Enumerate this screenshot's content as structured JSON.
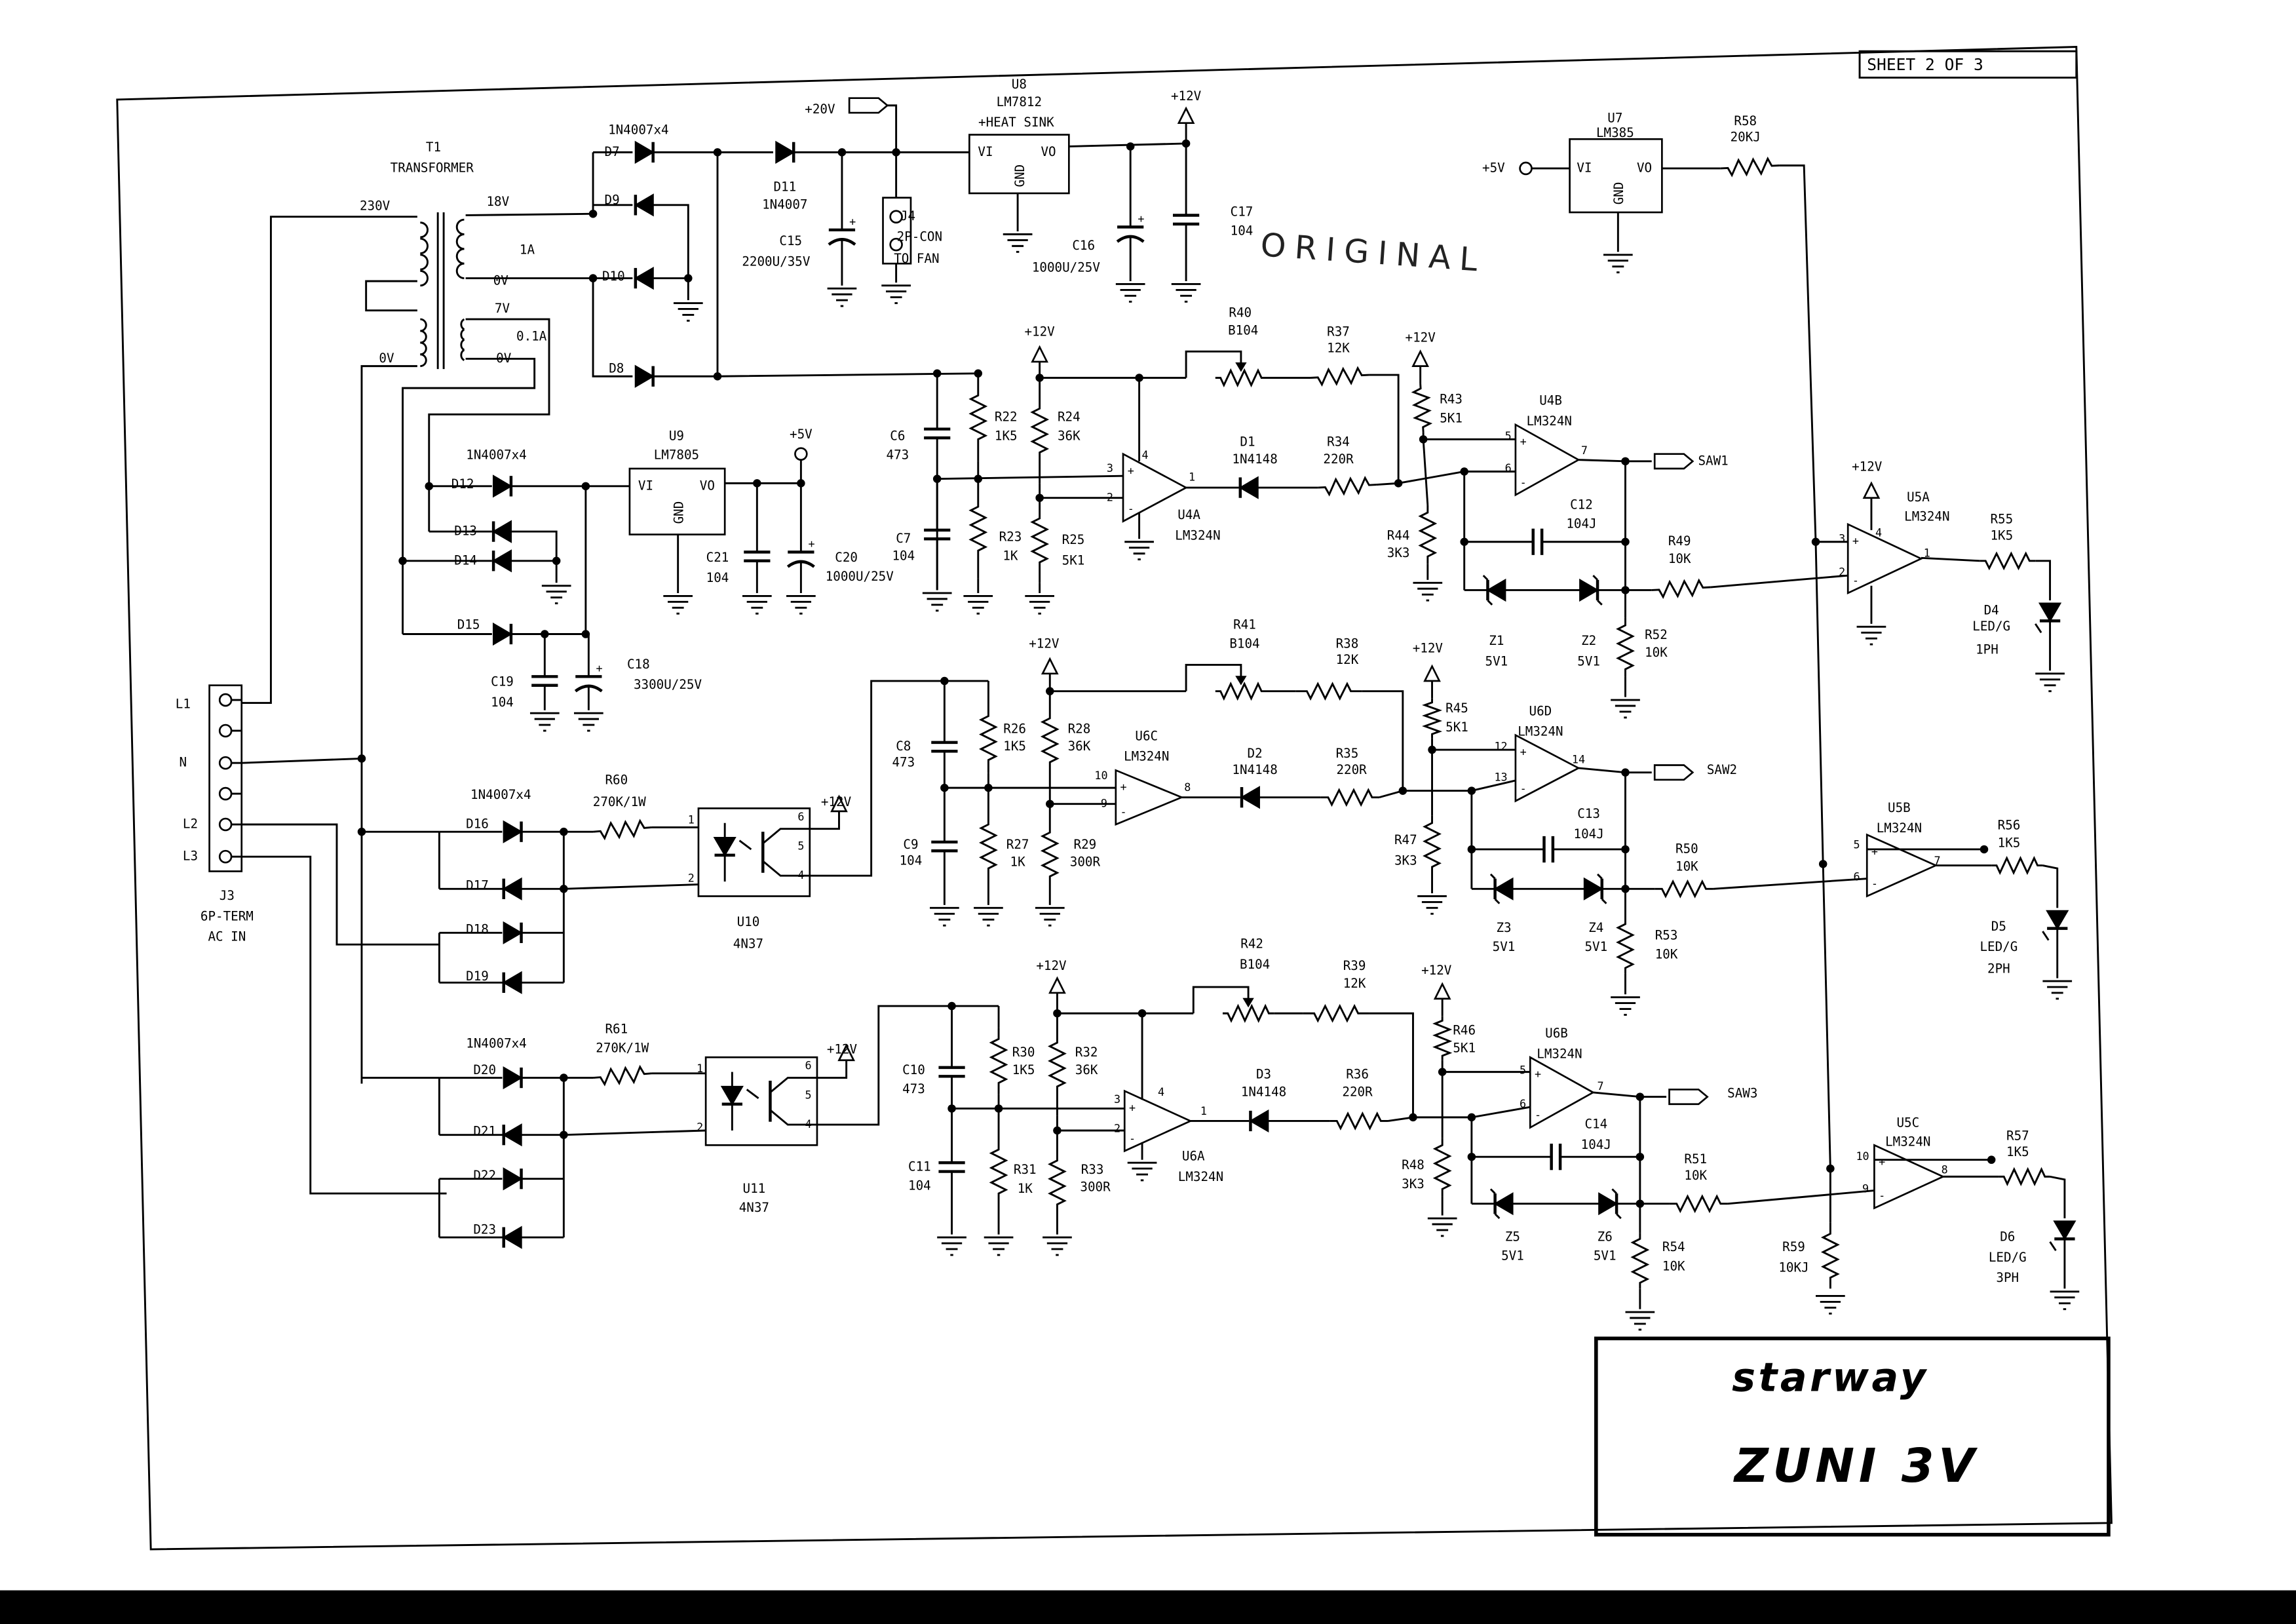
{
  "sheet_label": "SHEET  2  OF  3",
  "stamp": "ORIGINAL",
  "title_block": {
    "brand": "starway",
    "model": "ZUNI 3V"
  },
  "nets": {
    "p20v": "+20V",
    "p12v": "+12V",
    "p5v": "+5V",
    "saw1": "SAW1",
    "saw2": "SAW2",
    "saw3": "SAW3"
  },
  "reg_pins": {
    "vi": "VI",
    "vo": "VO",
    "gnd": "GND"
  },
  "transformer_taps": {
    "primary": "230V",
    "sec1": "18V",
    "sec1_current": "1A",
    "sec1_zero": "0V",
    "sec2": "7V",
    "sec2_current": "0.1A",
    "sec2_zero": "0V",
    "primary_zero": "0V"
  },
  "j3_pins": [
    "L1",
    "N",
    "L2",
    "L3"
  ],
  "parts": {
    "T1": {
      "ref": "T1",
      "value": "TRANSFORMER"
    },
    "BR1": {
      "value": "1N4007x4"
    },
    "BR2": {
      "value": "1N4007x4"
    },
    "BR3": {
      "value": "1N4007x4"
    },
    "BR4": {
      "value": "1N4007x4"
    },
    "D7": {
      "ref": "D7"
    },
    "D8": {
      "ref": "D8"
    },
    "D9": {
      "ref": "D9"
    },
    "D10": {
      "ref": "D10"
    },
    "D11": {
      "ref": "D11",
      "value": "1N4007"
    },
    "C15": {
      "ref": "C15",
      "value": "2200U/35V"
    },
    "J4": {
      "ref": "J4",
      "value": "2P-CON",
      "value2": "TO FAN"
    },
    "U8": {
      "ref": "U8",
      "value": "LM7812",
      "value2": "+HEAT SINK"
    },
    "C16": {
      "ref": "C16",
      "value": "1000U/25V"
    },
    "C17": {
      "ref": "C17",
      "value": "104"
    },
    "U7": {
      "ref": "U7",
      "value": "LM385"
    },
    "R58": {
      "ref": "R58",
      "value": "20KJ"
    },
    "D12": {
      "ref": "D12"
    },
    "D13": {
      "ref": "D13"
    },
    "D14": {
      "ref": "D14"
    },
    "D15": {
      "ref": "D15"
    },
    "U9": {
      "ref": "U9",
      "value": "LM7805"
    },
    "C21": {
      "ref": "C21",
      "value": "104"
    },
    "C20": {
      "ref": "C20",
      "value": "1000U/25V"
    },
    "C19": {
      "ref": "C19",
      "value": "104"
    },
    "C18": {
      "ref": "C18",
      "value": "3300U/25V"
    },
    "J3": {
      "ref": "J3",
      "value": "6P-TERM",
      "value2": "AC IN"
    },
    "C6": {
      "ref": "C6",
      "value": "473"
    },
    "C7": {
      "ref": "C7",
      "value": "104"
    },
    "R22": {
      "ref": "R22",
      "value": "1K5"
    },
    "R23": {
      "ref": "R23",
      "value": "1K"
    },
    "R24": {
      "ref": "R24",
      "value": "36K"
    },
    "R25": {
      "ref": "R25",
      "value": "5K1"
    },
    "R40": {
      "ref": "R40",
      "value": "B104"
    },
    "R37": {
      "ref": "R37",
      "value": "12K"
    },
    "U4A": {
      "ref": "U4A",
      "value": "LM324N"
    },
    "D1": {
      "ref": "D1",
      "value": "1N4148"
    },
    "R34": {
      "ref": "R34",
      "value": "220R"
    },
    "R43": {
      "ref": "R43",
      "value": "5K1"
    },
    "R44": {
      "ref": "R44",
      "value": "3K3"
    },
    "U4B": {
      "ref": "U4B",
      "value": "LM324N"
    },
    "C12": {
      "ref": "C12",
      "value": "104J"
    },
    "R49": {
      "ref": "R49",
      "value": "10K"
    },
    "R52": {
      "ref": "R52",
      "value": "10K"
    },
    "Z1": {
      "ref": "Z1",
      "value": "5V1"
    },
    "Z2": {
      "ref": "Z2",
      "value": "5V1"
    },
    "U5A": {
      "ref": "U5A",
      "value": "LM324N"
    },
    "R55": {
      "ref": "R55",
      "value": "1K5"
    },
    "D4": {
      "ref": "D4",
      "value": "LED/G",
      "value2": "1PH"
    },
    "D16": {
      "ref": "D16"
    },
    "D17": {
      "ref": "D17"
    },
    "D18": {
      "ref": "D18"
    },
    "D19": {
      "ref": "D19"
    },
    "R60": {
      "ref": "R60",
      "value": "270K/1W"
    },
    "U10": {
      "ref": "U10",
      "value": "4N37"
    },
    "C8": {
      "ref": "C8",
      "value": "473"
    },
    "C9": {
      "ref": "C9",
      "value": "104"
    },
    "R26": {
      "ref": "R26",
      "value": "1K5"
    },
    "R27": {
      "ref": "R27",
      "value": "1K"
    },
    "R28": {
      "ref": "R28",
      "value": "36K"
    },
    "R29": {
      "ref": "R29",
      "value": "300R"
    },
    "R41": {
      "ref": "R41",
      "value": "B104"
    },
    "R38": {
      "ref": "R38",
      "value": "12K"
    },
    "U6C": {
      "ref": "U6C",
      "value": "LM324N"
    },
    "D2": {
      "ref": "D2",
      "value": "1N4148"
    },
    "R35": {
      "ref": "R35",
      "value": "220R"
    },
    "R45": {
      "ref": "R45",
      "value": "5K1"
    },
    "R47": {
      "ref": "R47",
      "value": "3K3"
    },
    "U6D": {
      "ref": "U6D",
      "value": "LM324N"
    },
    "C13": {
      "ref": "C13",
      "value": "104J"
    },
    "R50": {
      "ref": "R50",
      "value": "10K"
    },
    "R53": {
      "ref": "R53",
      "value": "10K"
    },
    "Z3": {
      "ref": "Z3",
      "value": "5V1"
    },
    "Z4": {
      "ref": "Z4",
      "value": "5V1"
    },
    "U5B": {
      "ref": "U5B",
      "value": "LM324N"
    },
    "R56": {
      "ref": "R56",
      "value": "1K5"
    },
    "D5": {
      "ref": "D5",
      "value": "LED/G",
      "value2": "2PH"
    },
    "D20": {
      "ref": "D20"
    },
    "D21": {
      "ref": "D21"
    },
    "D22": {
      "ref": "D22"
    },
    "D23": {
      "ref": "D23"
    },
    "R61": {
      "ref": "R61",
      "value": "270K/1W"
    },
    "U11": {
      "ref": "U11",
      "value": "4N37"
    },
    "C10": {
      "ref": "C10",
      "value": "473"
    },
    "C11": {
      "ref": "C11",
      "value": "104"
    },
    "R30": {
      "ref": "R30",
      "value": "1K5"
    },
    "R31": {
      "ref": "R31",
      "value": "1K"
    },
    "R32": {
      "ref": "R32",
      "value": "36K"
    },
    "R33": {
      "ref": "R33",
      "value": "300R"
    },
    "R42": {
      "ref": "R42",
      "value": "B104"
    },
    "R39": {
      "ref": "R39",
      "value": "12K"
    },
    "U6A": {
      "ref": "U6A",
      "value": "LM324N"
    },
    "D3": {
      "ref": "D3",
      "value": "1N4148"
    },
    "R36": {
      "ref": "R36",
      "value": "220R"
    },
    "R46": {
      "ref": "R46",
      "value": "5K1"
    },
    "R48": {
      "ref": "R48",
      "value": "3K3"
    },
    "U6B": {
      "ref": "U6B",
      "value": "LM324N"
    },
    "C14": {
      "ref": "C14",
      "value": "104J"
    },
    "R51": {
      "ref": "R51",
      "value": "10K"
    },
    "R54": {
      "ref": "R54",
      "value": "10K"
    },
    "Z5": {
      "ref": "Z5",
      "value": "5V1"
    },
    "Z6": {
      "ref": "Z6",
      "value": "5V1"
    },
    "R59": {
      "ref": "R59",
      "value": "10KJ"
    },
    "U5C": {
      "ref": "U5C",
      "value": "LM324N"
    },
    "R57": {
      "ref": "R57",
      "value": "1K5"
    },
    "D6": {
      "ref": "D6",
      "value": "LED/G",
      "value2": "3PH"
    }
  },
  "pins": {
    "U4A": [
      "4",
      "3",
      "2",
      "1"
    ],
    "U4B": [
      "5",
      "6",
      "7"
    ],
    "U5A": [
      "4",
      "3",
      "2",
      "1"
    ],
    "U6C": [
      "10",
      "9",
      "8"
    ],
    "U6D": [
      "12",
      "13",
      "14"
    ],
    "U5B": [
      "5",
      "6",
      "7"
    ],
    "U6A": [
      "4",
      "3",
      "2",
      "1"
    ],
    "U6B": [
      "5",
      "6",
      "7"
    ],
    "U5C": [
      "10",
      "9",
      "8"
    ],
    "U10": [
      "1",
      "2",
      "6",
      "5",
      "4"
    ],
    "U11": [
      "1",
      "2",
      "6",
      "5",
      "4"
    ]
  },
  "colors": {
    "ink": "#000000",
    "paper": "#ffffff",
    "scan_bar": "#000000"
  }
}
